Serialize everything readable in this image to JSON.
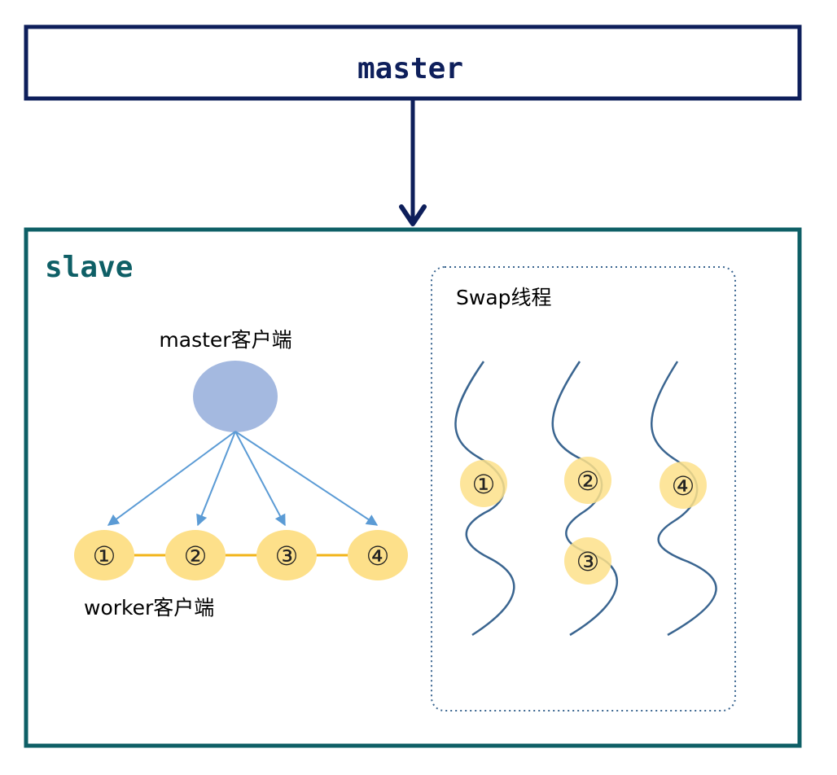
{
  "master_box": {
    "label": "master"
  },
  "slave_box": {
    "label": "slave"
  },
  "master_client": {
    "label": "master客户端"
  },
  "worker_clients": {
    "label": "worker客户端",
    "nodes": [
      "①",
      "②",
      "③",
      "④"
    ]
  },
  "swap_threads": {
    "label": "Swap线程",
    "thread_count": 3,
    "tasks": [
      {
        "thread": 1,
        "label": "①"
      },
      {
        "thread": 2,
        "label": "②"
      },
      {
        "thread": 2,
        "label": "③"
      },
      {
        "thread": 3,
        "label": "④"
      }
    ]
  },
  "colors": {
    "master_border": "#0e1f5b",
    "slave_border": "#0e5f66",
    "master_client_fill": "#a4b9e0",
    "arrow_blue": "#5b9bd5",
    "node_fill": "#fde08a",
    "node_link": "#f2b418",
    "thread_line": "#3a6590",
    "dotted_border": "#3a6590"
  }
}
